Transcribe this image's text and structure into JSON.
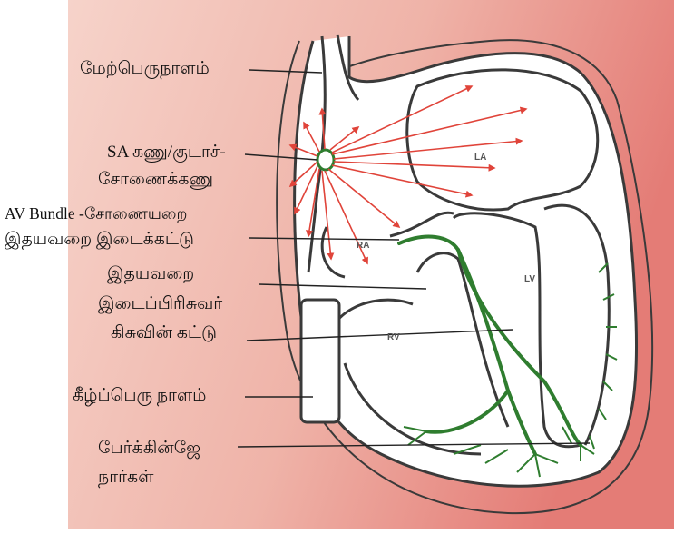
{
  "diagram": {
    "labels": {
      "superior_vena_cava": "மேற்பெருநாளம்",
      "sa_node_line1": "SA கணு/குடாச்-",
      "sa_node_line2": "சோணைக்கணு",
      "av_bundle_line1": "AV Bundle -சோணையறை",
      "av_bundle_line2": "இதயவறை இடைக்கட்டு",
      "septum_line1": "இதயவறை",
      "septum_line2": "இடைப்பிரிசுவர்",
      "bundle_of_his": "கிசுவின் கட்டு",
      "inferior_vena_cava": "கீழ்ப்பெரு நாளம்",
      "purkinje_line1": "பேர்க்கின்ஜே",
      "purkinje_line2": "நார்கள்"
    },
    "chambers": {
      "la": "LA",
      "ra": "RA",
      "lv": "LV",
      "rv": "RV"
    },
    "colors": {
      "background_left": "#f3c7bd",
      "background_right": "#e47c76",
      "heart_fill": "#ffffff",
      "outline": "#3a3a3a",
      "arrows": "#e0443a",
      "conduction": "#2f7d2f"
    }
  }
}
